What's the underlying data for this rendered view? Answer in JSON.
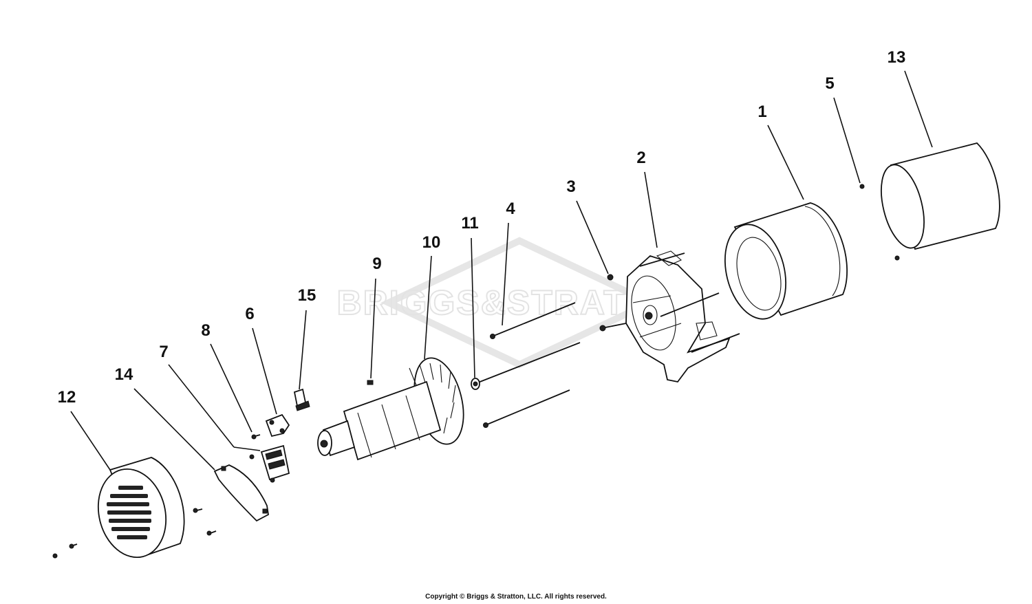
{
  "watermark": "BRIGGS & STRATTON",
  "callouts": [
    "1",
    "2",
    "3",
    "4",
    "5",
    "6",
    "7",
    "8",
    "9",
    "10",
    "11",
    "12",
    "13",
    "14",
    "15"
  ],
  "copyright": "Copyright © Briggs & Stratton, LLC. All rights reserved."
}
